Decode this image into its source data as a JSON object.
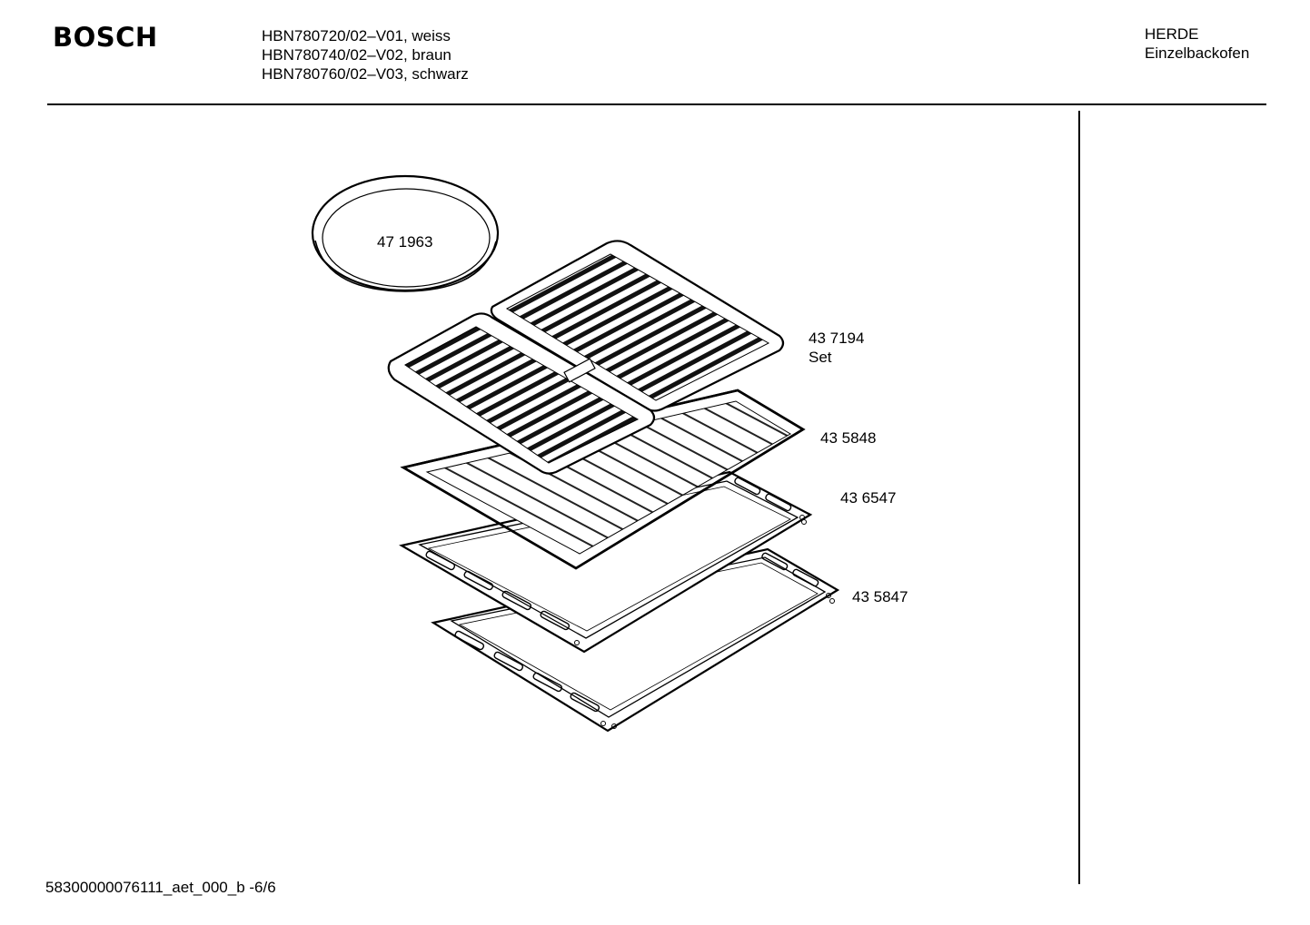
{
  "header": {
    "brand": "BOSCH",
    "models": [
      "HBN780720/02–V01, weiss",
      "HBN780740/02–V02, braun",
      "HBN780760/02–V03, schwarz"
    ],
    "category": "HERDE",
    "subcategory": "Einzelbackofen"
  },
  "parts": [
    {
      "number": "47 1963",
      "name": ""
    },
    {
      "number": "43 7194",
      "name": "Set"
    },
    {
      "number": "43 5848",
      "name": ""
    },
    {
      "number": "43 6547",
      "name": ""
    },
    {
      "number": "43 5847",
      "name": ""
    }
  ],
  "footer": {
    "document_id": "58300000076111_aet_000_b  -6/6"
  }
}
